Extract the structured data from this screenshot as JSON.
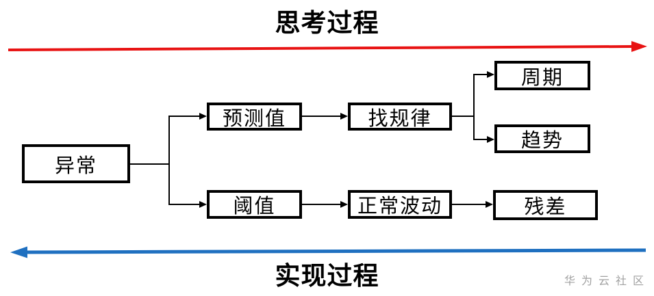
{
  "titles": {
    "top": "思考过程",
    "bottom": "实现过程"
  },
  "watermark": "华为云社区",
  "arrows": {
    "top": {
      "color": "#e81313",
      "direction": "right"
    },
    "bottom": {
      "color": "#1f70c0",
      "direction": "left"
    }
  },
  "connector_color": "#000000",
  "nodes": {
    "anomaly": {
      "label": "异常"
    },
    "predicted_value": {
      "label": "预测值"
    },
    "find_pattern": {
      "label": "找规律"
    },
    "period": {
      "label": "周期"
    },
    "trend": {
      "label": "趋势"
    },
    "threshold": {
      "label": "阈值"
    },
    "normal_fluctuation": {
      "label": "正常波动"
    },
    "residual": {
      "label": "残差"
    }
  },
  "edges": [
    {
      "from": "anomaly",
      "to": "predicted_value"
    },
    {
      "from": "anomaly",
      "to": "threshold"
    },
    {
      "from": "predicted_value",
      "to": "find_pattern"
    },
    {
      "from": "find_pattern",
      "to": "period"
    },
    {
      "from": "find_pattern",
      "to": "trend"
    },
    {
      "from": "threshold",
      "to": "normal_fluctuation"
    },
    {
      "from": "normal_fluctuation",
      "to": "residual"
    }
  ]
}
